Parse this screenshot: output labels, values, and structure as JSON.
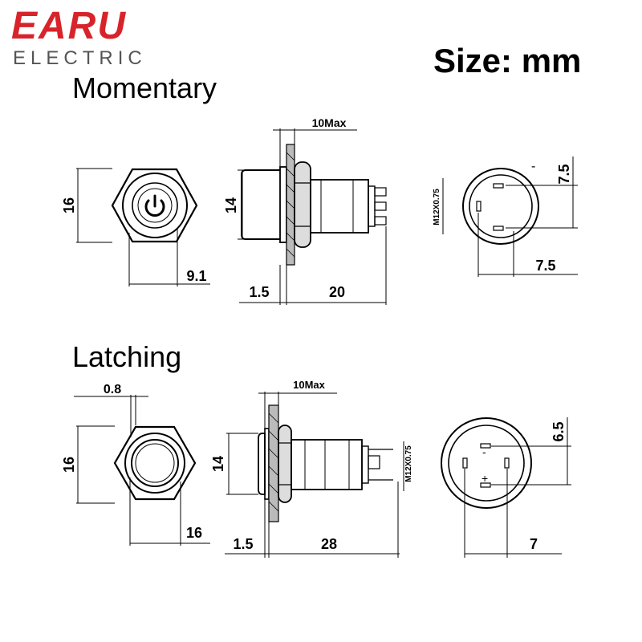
{
  "brand": {
    "name": "EARU",
    "subtitle": "ELECTRIC"
  },
  "size_label": "Size: mm",
  "momentary": {
    "title": "Momentary",
    "front": {
      "height": "16",
      "width": "9.1"
    },
    "side": {
      "max_label": "10Max",
      "height": "14",
      "panel": "1.5",
      "length": "20",
      "thread": "M12X0.75"
    },
    "back": {
      "vertical": "7.5",
      "horizontal": "7.5",
      "minus": "-"
    }
  },
  "latching": {
    "title": "Latching",
    "front": {
      "top": "0.8",
      "height": "16",
      "width": "16"
    },
    "side": {
      "max_label": "10Max",
      "height": "14",
      "panel": "1.5",
      "length": "28",
      "thread": "M12X0.75"
    },
    "back": {
      "vertical": "6.5",
      "horizontal": "7",
      "minus": "-",
      "plus": "+"
    }
  }
}
